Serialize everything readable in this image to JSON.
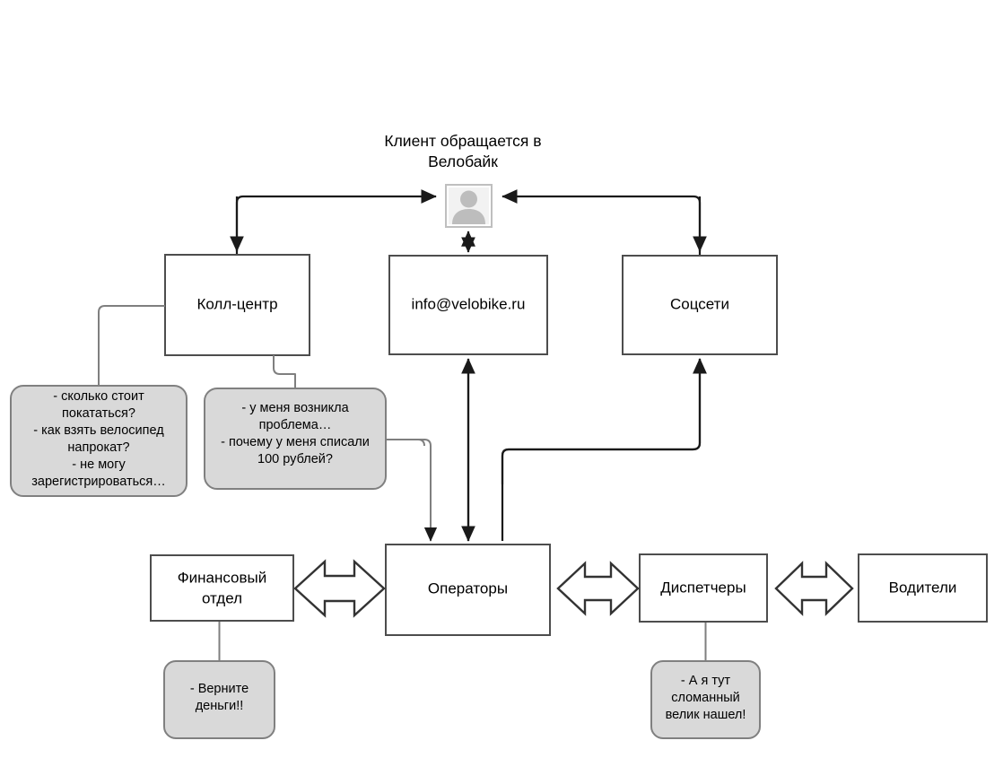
{
  "diagram": {
    "title_lines": [
      "Клиент обращается в",
      "Велобайк"
    ],
    "avatar_icon": "person-avatar-icon",
    "channels": [
      {
        "id": "call-center",
        "label": "Колл-центр"
      },
      {
        "id": "email",
        "label": "info@velobike.ru"
      },
      {
        "id": "social",
        "label": "Соцсети"
      }
    ],
    "departments": [
      {
        "id": "finance",
        "label_lines": [
          "Финансовый",
          "отдел"
        ]
      },
      {
        "id": "operators",
        "label_lines": [
          "Операторы"
        ]
      },
      {
        "id": "dispatchers",
        "label_lines": [
          "Диспетчеры"
        ]
      },
      {
        "id": "drivers",
        "label_lines": [
          "Водители"
        ]
      }
    ],
    "callouts": [
      {
        "id": "callout-call-center-questions",
        "lines": [
          "- сколько стоит",
          "покататься?",
          "- как взять велосипед",
          "напрокат?",
          "- не могу",
          "зарегистрироваться…"
        ]
      },
      {
        "id": "callout-problems",
        "lines": [
          "- у меня возникла",
          "проблема…",
          "- почему у меня списали",
          "100 рублей?"
        ]
      },
      {
        "id": "callout-refund",
        "lines": [
          "- Верните",
          "деньги!!"
        ]
      },
      {
        "id": "callout-broken-bike",
        "lines": [
          "- А я тут",
          "сломанный",
          "велик нашел!"
        ]
      }
    ],
    "colors": {
      "node_fill": "#ffffff",
      "node_stroke": "#4d4d4d",
      "callout_fill": "#d9d9d9",
      "callout_stroke": "#808080",
      "connector": "#1a1a1a",
      "connector_light": "#7f7f7f",
      "avatar_glyph": "#bdbdbd",
      "text": "#000000"
    }
  }
}
